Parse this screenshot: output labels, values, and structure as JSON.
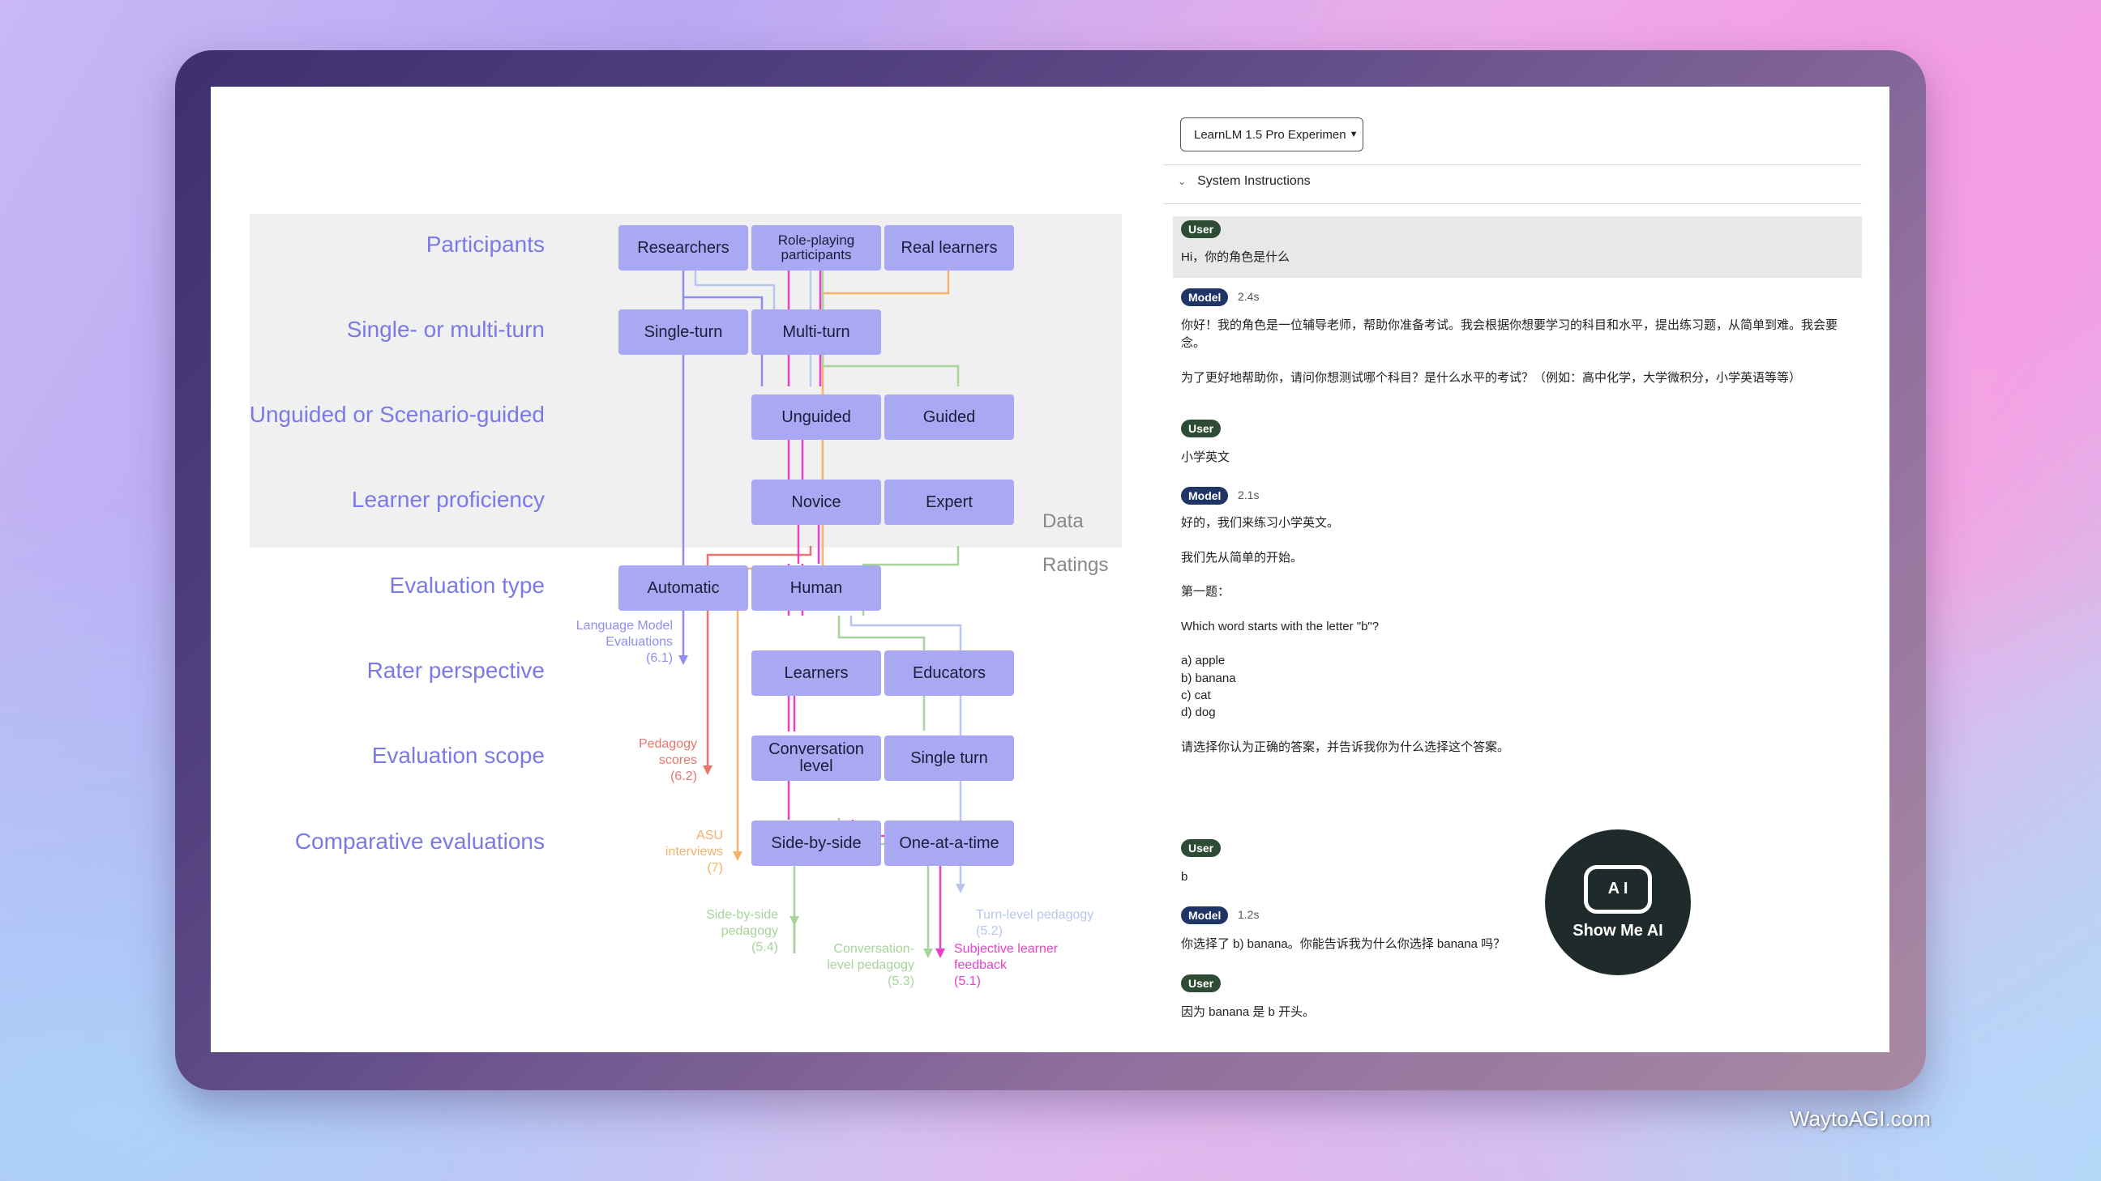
{
  "diagram": {
    "rows": [
      "Participants",
      "Single- or multi-turn",
      "Unguided or Scenario-guided",
      "Learner proficiency",
      "Evaluation type",
      "Rater perspective",
      "Evaluation scope",
      "Comparative evaluations"
    ],
    "boxes": {
      "researchers": "Researchers",
      "role_playing": "Role-playing participants",
      "real_learners": "Real learners",
      "single_turn": "Single-turn",
      "multi_turn": "Multi-turn",
      "unguided": "Unguided",
      "guided": "Guided",
      "novice": "Novice",
      "expert": "Expert",
      "automatic": "Automatic",
      "human": "Human",
      "learners": "Learners",
      "educators": "Educators",
      "conversation_level": "Conversation level",
      "single_turn_scope": "Single turn",
      "side_by_side": "Side-by-side",
      "one_at_a_time": "One-at-a-time"
    },
    "side_labels": {
      "data": "Data",
      "ratings": "Ratings"
    },
    "annotations": {
      "lm_evals": "Language Model\nEvaluations\n(6.1)",
      "pedagogy_scores": "Pedagogy\nscores\n(6.2)",
      "asu_interviews": "ASU\ninterviews\n(7)",
      "sbs_pedagogy": "Side-by-side\npedagogy\n(5.4)",
      "conv_pedagogy": "Conversation-\nlevel pedagogy\n(5.3)",
      "turn_pedagogy": "Turn-level pedagogy\n(5.2)",
      "subjective_feedback": "Subjective learner\nfeedback\n(5.1)"
    },
    "colors": {
      "row_label": "#7b79e6",
      "box": "#a8a8f3",
      "wire_blue": "#8e8ef0",
      "wire_red": "#e8766b",
      "wire_orange": "#f5b06a",
      "wire_green": "#a6d49a",
      "wire_pink": "#e840c8",
      "wire_lightblue": "#b8c6ee"
    }
  },
  "chat": {
    "model_select": "LearnLM 1.5 Pro Experimen",
    "system_instructions": "System Instructions",
    "badges": {
      "user": "User",
      "model": "Model"
    },
    "messages": [
      {
        "role": "User",
        "text": "Hi，你的角色是什么"
      },
      {
        "role": "Model",
        "latency": "2.4s",
        "text": "你好！我的角色是一位辅导老师，帮助你准备考试。我会根据你想要学习的科目和水平，提出练习题，从简单到难。我会要\n念。\n\n为了更好地帮助你，请问你想测试哪个科目？是什么水平的考试？（例如：高中化学，大学微积分，小学英语等等）"
      },
      {
        "role": "User",
        "text": "小学英文"
      },
      {
        "role": "Model",
        "latency": "2.1s",
        "text": "好的，我们来练习小学英文。\n\n我们先从简单的开始。\n\n第一题：\n\nWhich word starts with the letter \"b\"?\n\na) apple\nb) banana\nc) cat\nd) dog\n\n请选择你认为正确的答案，并告诉我你为什么选择这个答案。"
      },
      {
        "role": "User",
        "text": "b"
      },
      {
        "role": "Model",
        "latency": "1.2s",
        "text": "你选择了 b) banana。你能告诉我为什么你选择 banana 吗？"
      },
      {
        "role": "User",
        "text": "因为 banana 是 b 开头。"
      }
    ]
  },
  "logo": {
    "robot": "A I",
    "brand": "Show Me AI"
  },
  "watermark": "WaytoAGI.com"
}
